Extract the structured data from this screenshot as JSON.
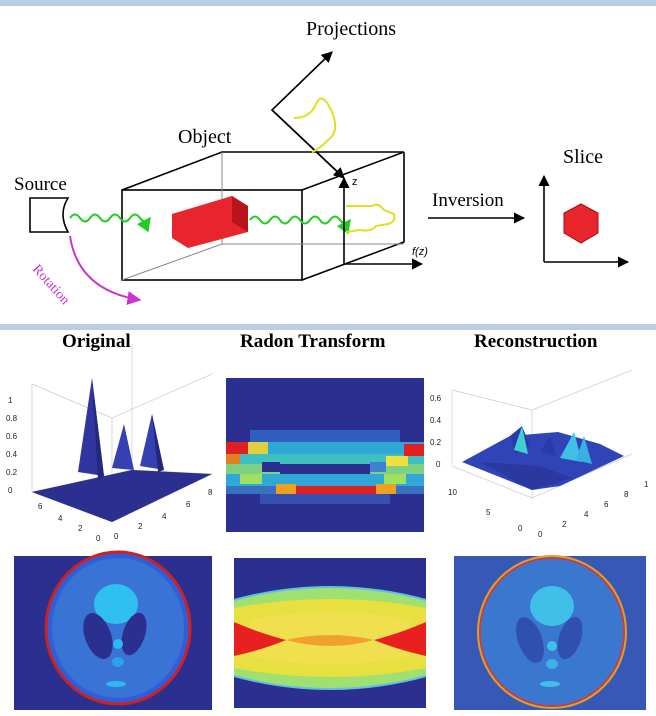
{
  "diagram": {
    "source_label": "Source",
    "rotation_label": "Rotation",
    "object_label": "Object",
    "projections_label": "Projections",
    "axis_z": "z",
    "axis_fz": "f(z)",
    "inversion_label": "Inversion",
    "slice_label": "Slice"
  },
  "panels": {
    "original_title": "Original",
    "radon_title": "Radon Transform",
    "reconstruction_title": "Reconstruction"
  },
  "original_3d": {
    "z_ticks": [
      "1",
      "0.8",
      "0.6",
      "0.4",
      "0.2",
      "0"
    ],
    "left_ticks": [
      "6",
      "4",
      "2",
      "0"
    ],
    "right_ticks": [
      "0",
      "2",
      "4",
      "6",
      "8"
    ]
  },
  "reconstruction_3d": {
    "z_ticks": [
      "0.6",
      "0.4",
      "0.2",
      "0"
    ],
    "left_ticks": [
      "10",
      "5",
      "0"
    ],
    "right_ticks": [
      "0",
      "2",
      "4",
      "6",
      "8",
      "1"
    ]
  },
  "colors": {
    "band": "#b9cde3",
    "navy": "#2b2f8f",
    "red_object": "#e8242c",
    "green_wave": "#22cc22",
    "magenta": "#cc33cc",
    "yellow_projection": "#e0e020"
  }
}
